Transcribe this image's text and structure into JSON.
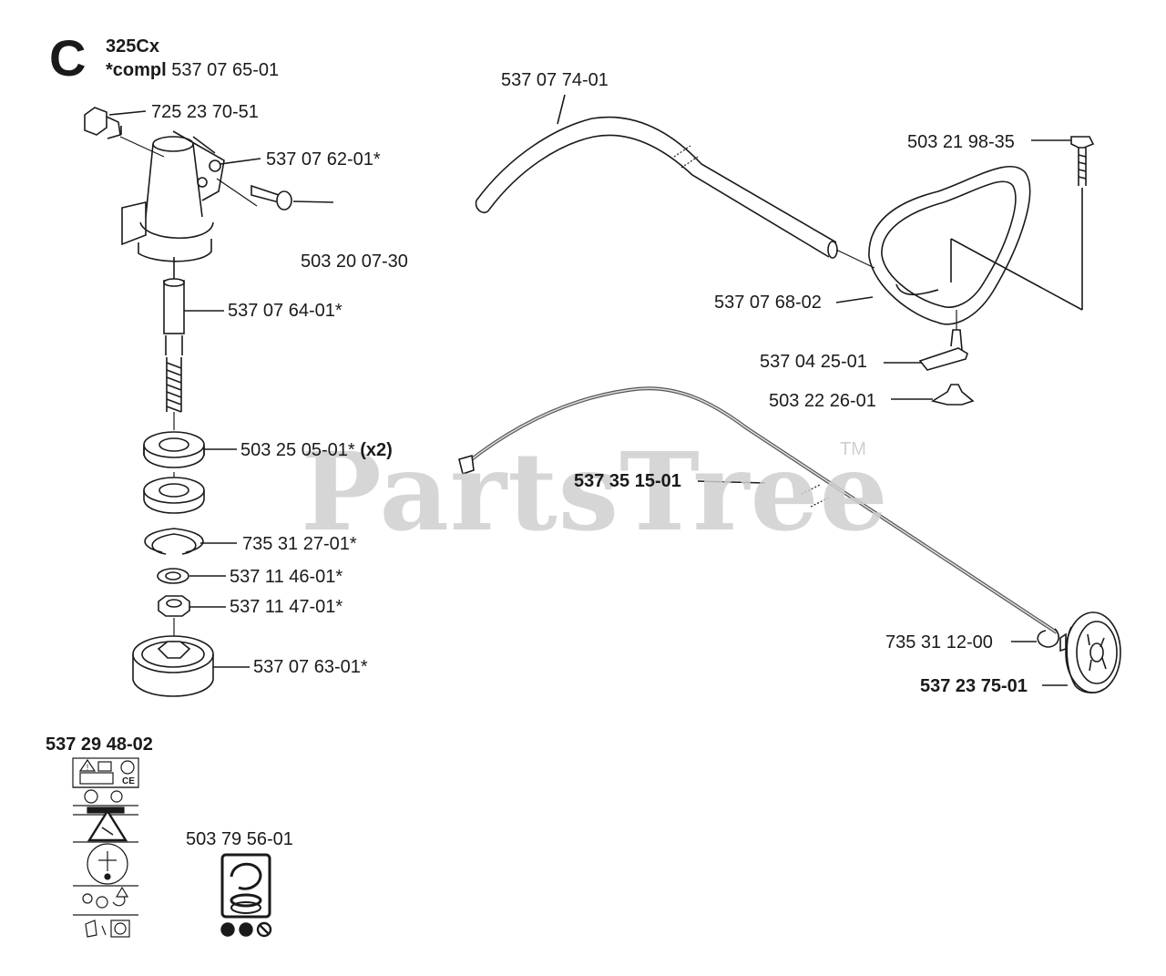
{
  "section": {
    "letter": "C",
    "model": "325Cx",
    "compl_prefix": "*compl",
    "compl_number": "537 07 65-01"
  },
  "watermark": {
    "text": "PartsTree",
    "tm": "TM"
  },
  "parts": {
    "bolt": "725 23 70-51",
    "clamp": "537 07 62-01*",
    "screw": "503 20 07-30",
    "shaft": "537 07 64-01*",
    "bearing": "503 25 05-01*",
    "bearing_qty": "(x2)",
    "circlip": "735 31 27-01*",
    "washer": "537 11 46-01*",
    "nut": "537 11 47-01*",
    "drum": "537 07 63-01*",
    "tube": "537 07 74-01",
    "handle_screw": "503 21 98-35",
    "handle": "537 07 68-02",
    "bracket": "537 04 25-01",
    "wing_nut": "503 22 26-01",
    "drive_shaft": "537 35 15-01",
    "circlip2": "735 31 12-00",
    "clutch_drum": "537 23 75-01",
    "decal_set": "537 29 48-02",
    "decal": "503 79 56-01"
  }
}
